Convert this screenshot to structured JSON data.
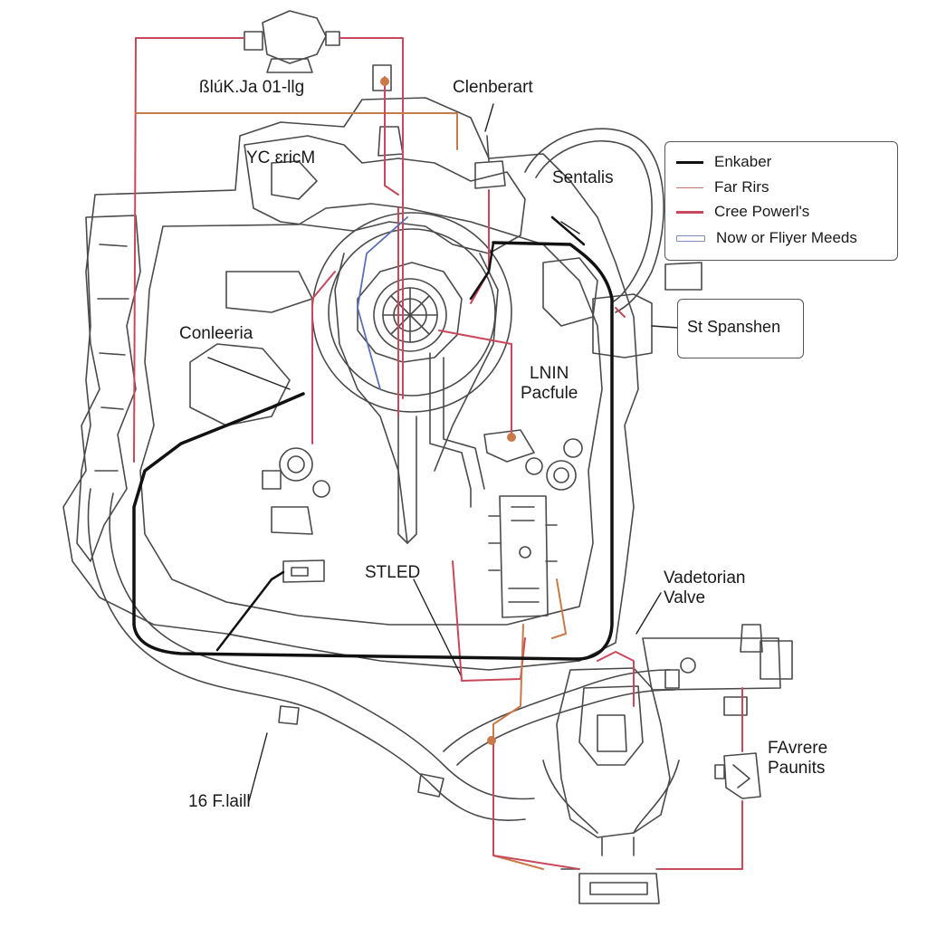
{
  "labels": {
    "top_left": "ßlúK.Ja 01-llg",
    "top_center": "Clenberart",
    "yc": "YC ɛricM",
    "sentalis": "Sentalis",
    "conleeria": "Conleeria",
    "lnin_line1": "LNIN",
    "lnin_line2": "Pacfule",
    "stled": "STLED",
    "vade_line1": "Vadetorian",
    "vade_line2": "Valve",
    "favrere_line1": "FAvrere",
    "favrere_line2": "Paunits",
    "fall": "16 F.laill",
    "st_spanshen": "St Spanshen"
  },
  "legend": {
    "items": [
      {
        "label": "Enkaber",
        "color": "#111111"
      },
      {
        "label": "Far Rirs",
        "color": "#b87a66"
      },
      {
        "label": "Cree Powerl's",
        "color": "#c9485b"
      },
      {
        "label": "Now or Fliyer Meeds",
        "color": "#7a8fb8"
      }
    ]
  },
  "colors": {
    "black_wire": "#111111",
    "red_wire": "#c9485b",
    "orange_wire": "#c97a4a",
    "outline": "#4a4a4a",
    "blue_wire": "#5b6fb5"
  }
}
